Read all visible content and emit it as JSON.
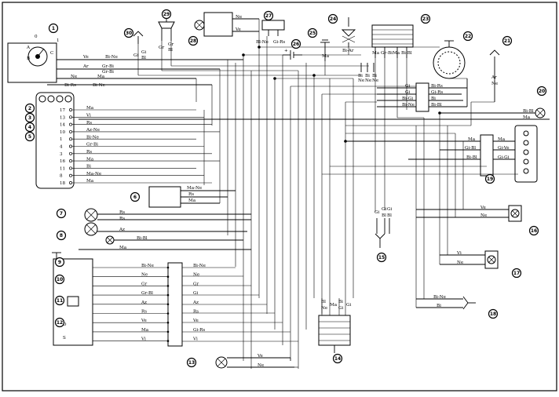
{
  "callouts": [
    "1",
    "2",
    "3",
    "4",
    "5",
    "6",
    "7",
    "8",
    "9",
    "10",
    "11",
    "12",
    "13",
    "14",
    "15",
    "16",
    "17",
    "18",
    "19",
    "20",
    "21",
    "22",
    "23",
    "24",
    "25",
    "26",
    "27",
    "28",
    "29",
    "30"
  ],
  "ignition_switch": {
    "positions": [
      "0",
      "1"
    ],
    "letters": [
      "A",
      "B",
      "C"
    ]
  },
  "ignition_wires": [
    "Ve",
    "Bi-Ne",
    "Ar",
    "Gr-Bi",
    "Gr-Bi",
    "Ne",
    "Ma",
    "Bi-Rs",
    "Bi-Ne"
  ],
  "dashboard_connector": {
    "pins": [
      "17",
      "13",
      "14",
      "10",
      "1",
      "4",
      "3",
      "16",
      "11",
      "8",
      "18"
    ],
    "wires": [
      "Ma",
      "Vi",
      "Rs",
      "Az-Ne",
      "Bi-Ne",
      "Gr-Bi",
      "Rs",
      "Ma",
      "Bi",
      "Ma-Ne",
      "Ma"
    ]
  },
  "component_6_wires": [
    "Ma-Ne",
    "Rs",
    "Ma"
  ],
  "bulbs_7_8_wires": [
    "Rs",
    "Rs",
    "Az",
    "Bi-Bl",
    "Ma"
  ],
  "switch_block": {
    "left_wires": [
      "Bi-Ne",
      "Ne",
      "Gr",
      "Gr-Bl",
      "Az",
      "Rs",
      "Ve",
      "Ma",
      "Vi"
    ],
    "right_wires": [
      "Bi-Ne",
      "Ne",
      "Gr",
      "Gi",
      "Az",
      "Rs",
      "Ve",
      "Gi-Rs",
      "Vi"
    ],
    "switch_letters": [
      "D",
      "S"
    ]
  },
  "component_13_wires": [
    "Ve",
    "Ne"
  ],
  "connector_14_wires": [
    "Bl",
    "Ne",
    "Ma",
    "Bi",
    "Gi",
    "Gi"
  ],
  "connector_15_wires": [
    "Gi",
    "Gi",
    "Bl",
    "Gi",
    "Bl"
  ],
  "component_16_wires": [
    "Ve",
    "Ne"
  ],
  "component_17_wires": [
    "Vi",
    "Ne"
  ],
  "component_18_wires": [
    "Bi-Ne",
    "Bi"
  ],
  "connector_19_wires": [
    "Ma",
    "Gi-Bl",
    "Gi-Ve",
    "Bi-Bl",
    "Gi-Gi"
  ],
  "component_20_wires": [
    "Bi-Bl",
    "Ma"
  ],
  "component_21_wires": [
    "Ar",
    "Ne"
  ],
  "regulator_22_wires": [
    "Bi-Rs",
    "Gi-Rs",
    "Bi",
    "Bi-Bl",
    "Gi",
    "Gi",
    "Bi-Gi",
    "Bi-Ne"
  ],
  "connector_23_wires": [
    "Ma",
    "Gr-Bi",
    "Ma",
    "Bi-Bl"
  ],
  "component_24_wires": [
    "Bi-Ar"
  ],
  "component_25_wires": [
    "Ma"
  ],
  "component_26_wires": [
    "Gi",
    "Gi",
    "Bl"
  ],
  "component_27_wires": [
    "Bl-Ne",
    "Gi-Rs"
  ],
  "component_28_wires": [
    "Ne",
    "Ve"
  ],
  "component_29_wires": [
    "Gr",
    "Gr",
    "Bl"
  ],
  "component_30_wires": [
    "Gi",
    "Gi",
    "Bl"
  ],
  "center_connector_wires": [
    "Bi",
    "Bi",
    "Bi",
    "Ne",
    "Ne",
    "Ne"
  ]
}
